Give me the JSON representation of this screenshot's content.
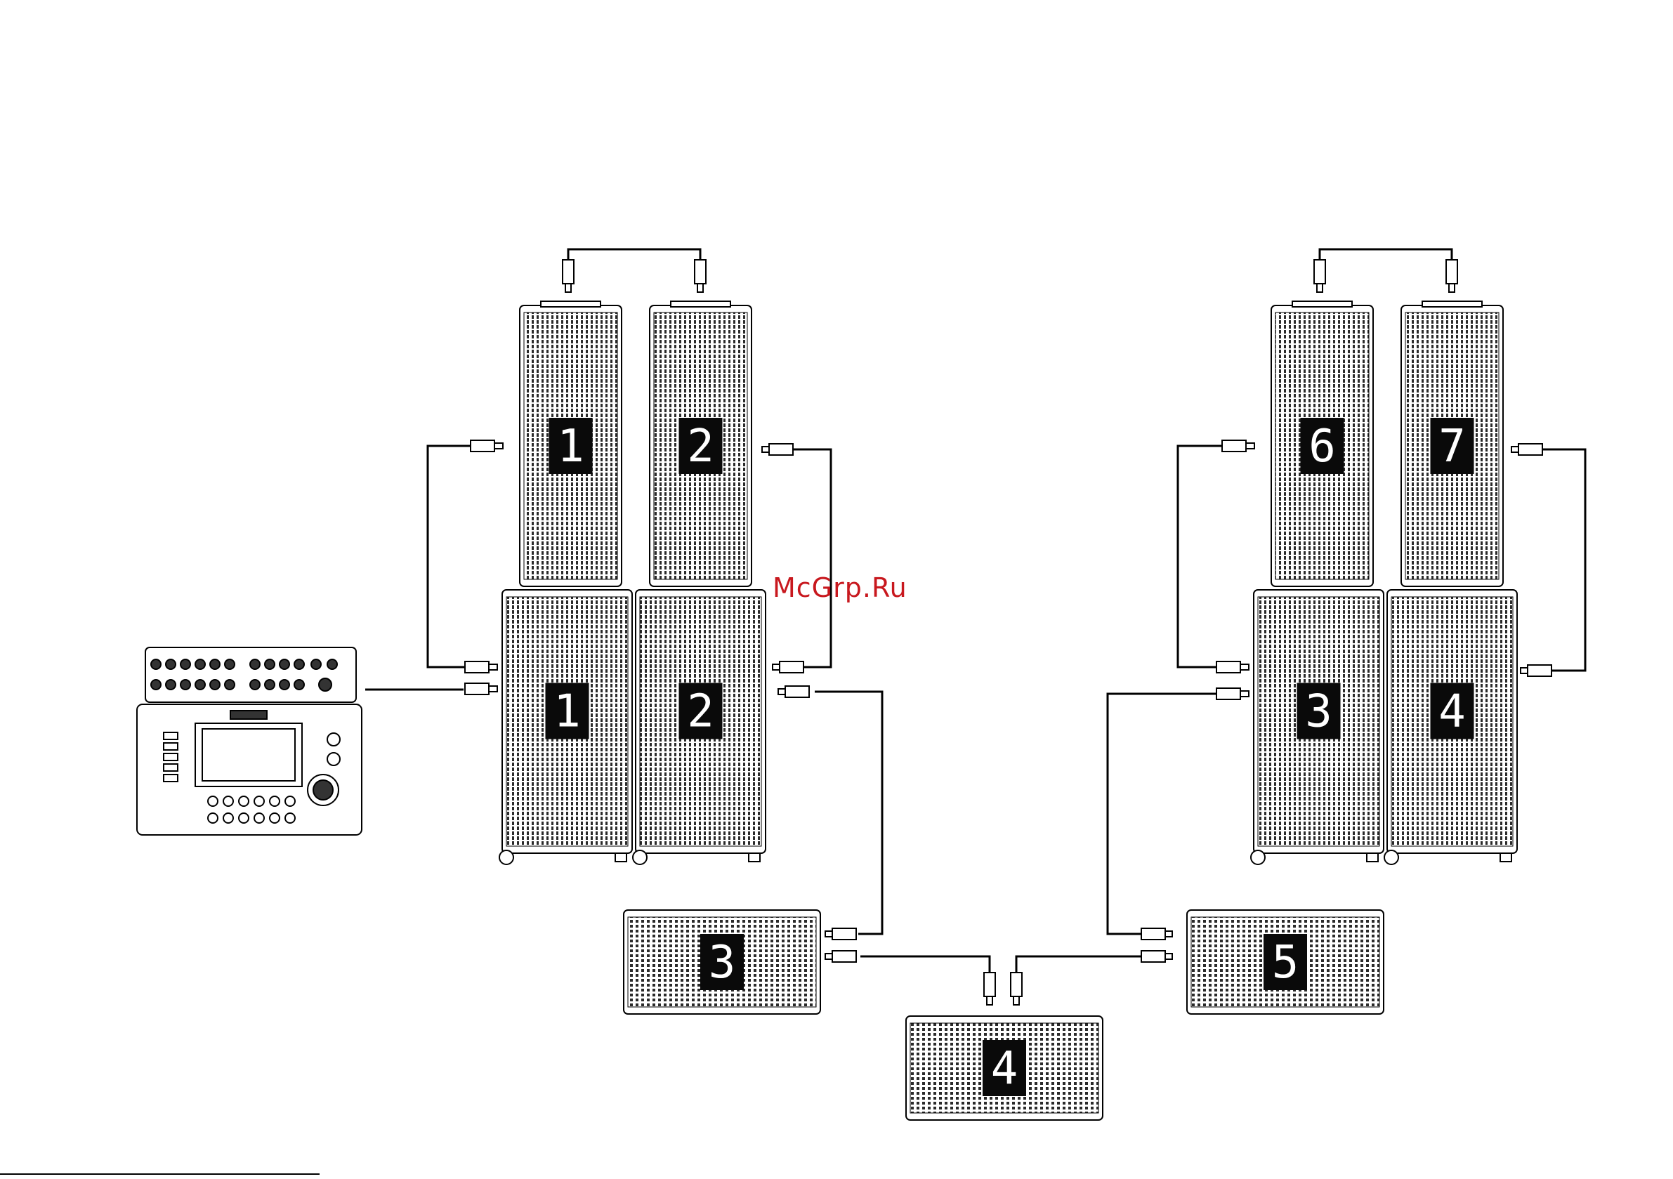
{
  "watermark": "McGrp.Ru",
  "colors": {
    "line": "#000000",
    "grill": "#222222",
    "display_bg": "#0a0a0a",
    "display_digit": "#ffffff",
    "watermark": "#c8181e"
  },
  "mixer": {
    "name": "digital-mixer"
  },
  "tops_left": [
    {
      "digit": "1"
    },
    {
      "digit": "2"
    }
  ],
  "subs_left": [
    {
      "digit": "1"
    },
    {
      "digit": "2"
    }
  ],
  "tops_right": [
    {
      "digit": "6"
    },
    {
      "digit": "7"
    }
  ],
  "subs_right": [
    {
      "digit": "3"
    },
    {
      "digit": "4"
    }
  ],
  "floor_subs": [
    {
      "digit": "3"
    },
    {
      "digit": "4"
    },
    {
      "digit": "5"
    }
  ]
}
